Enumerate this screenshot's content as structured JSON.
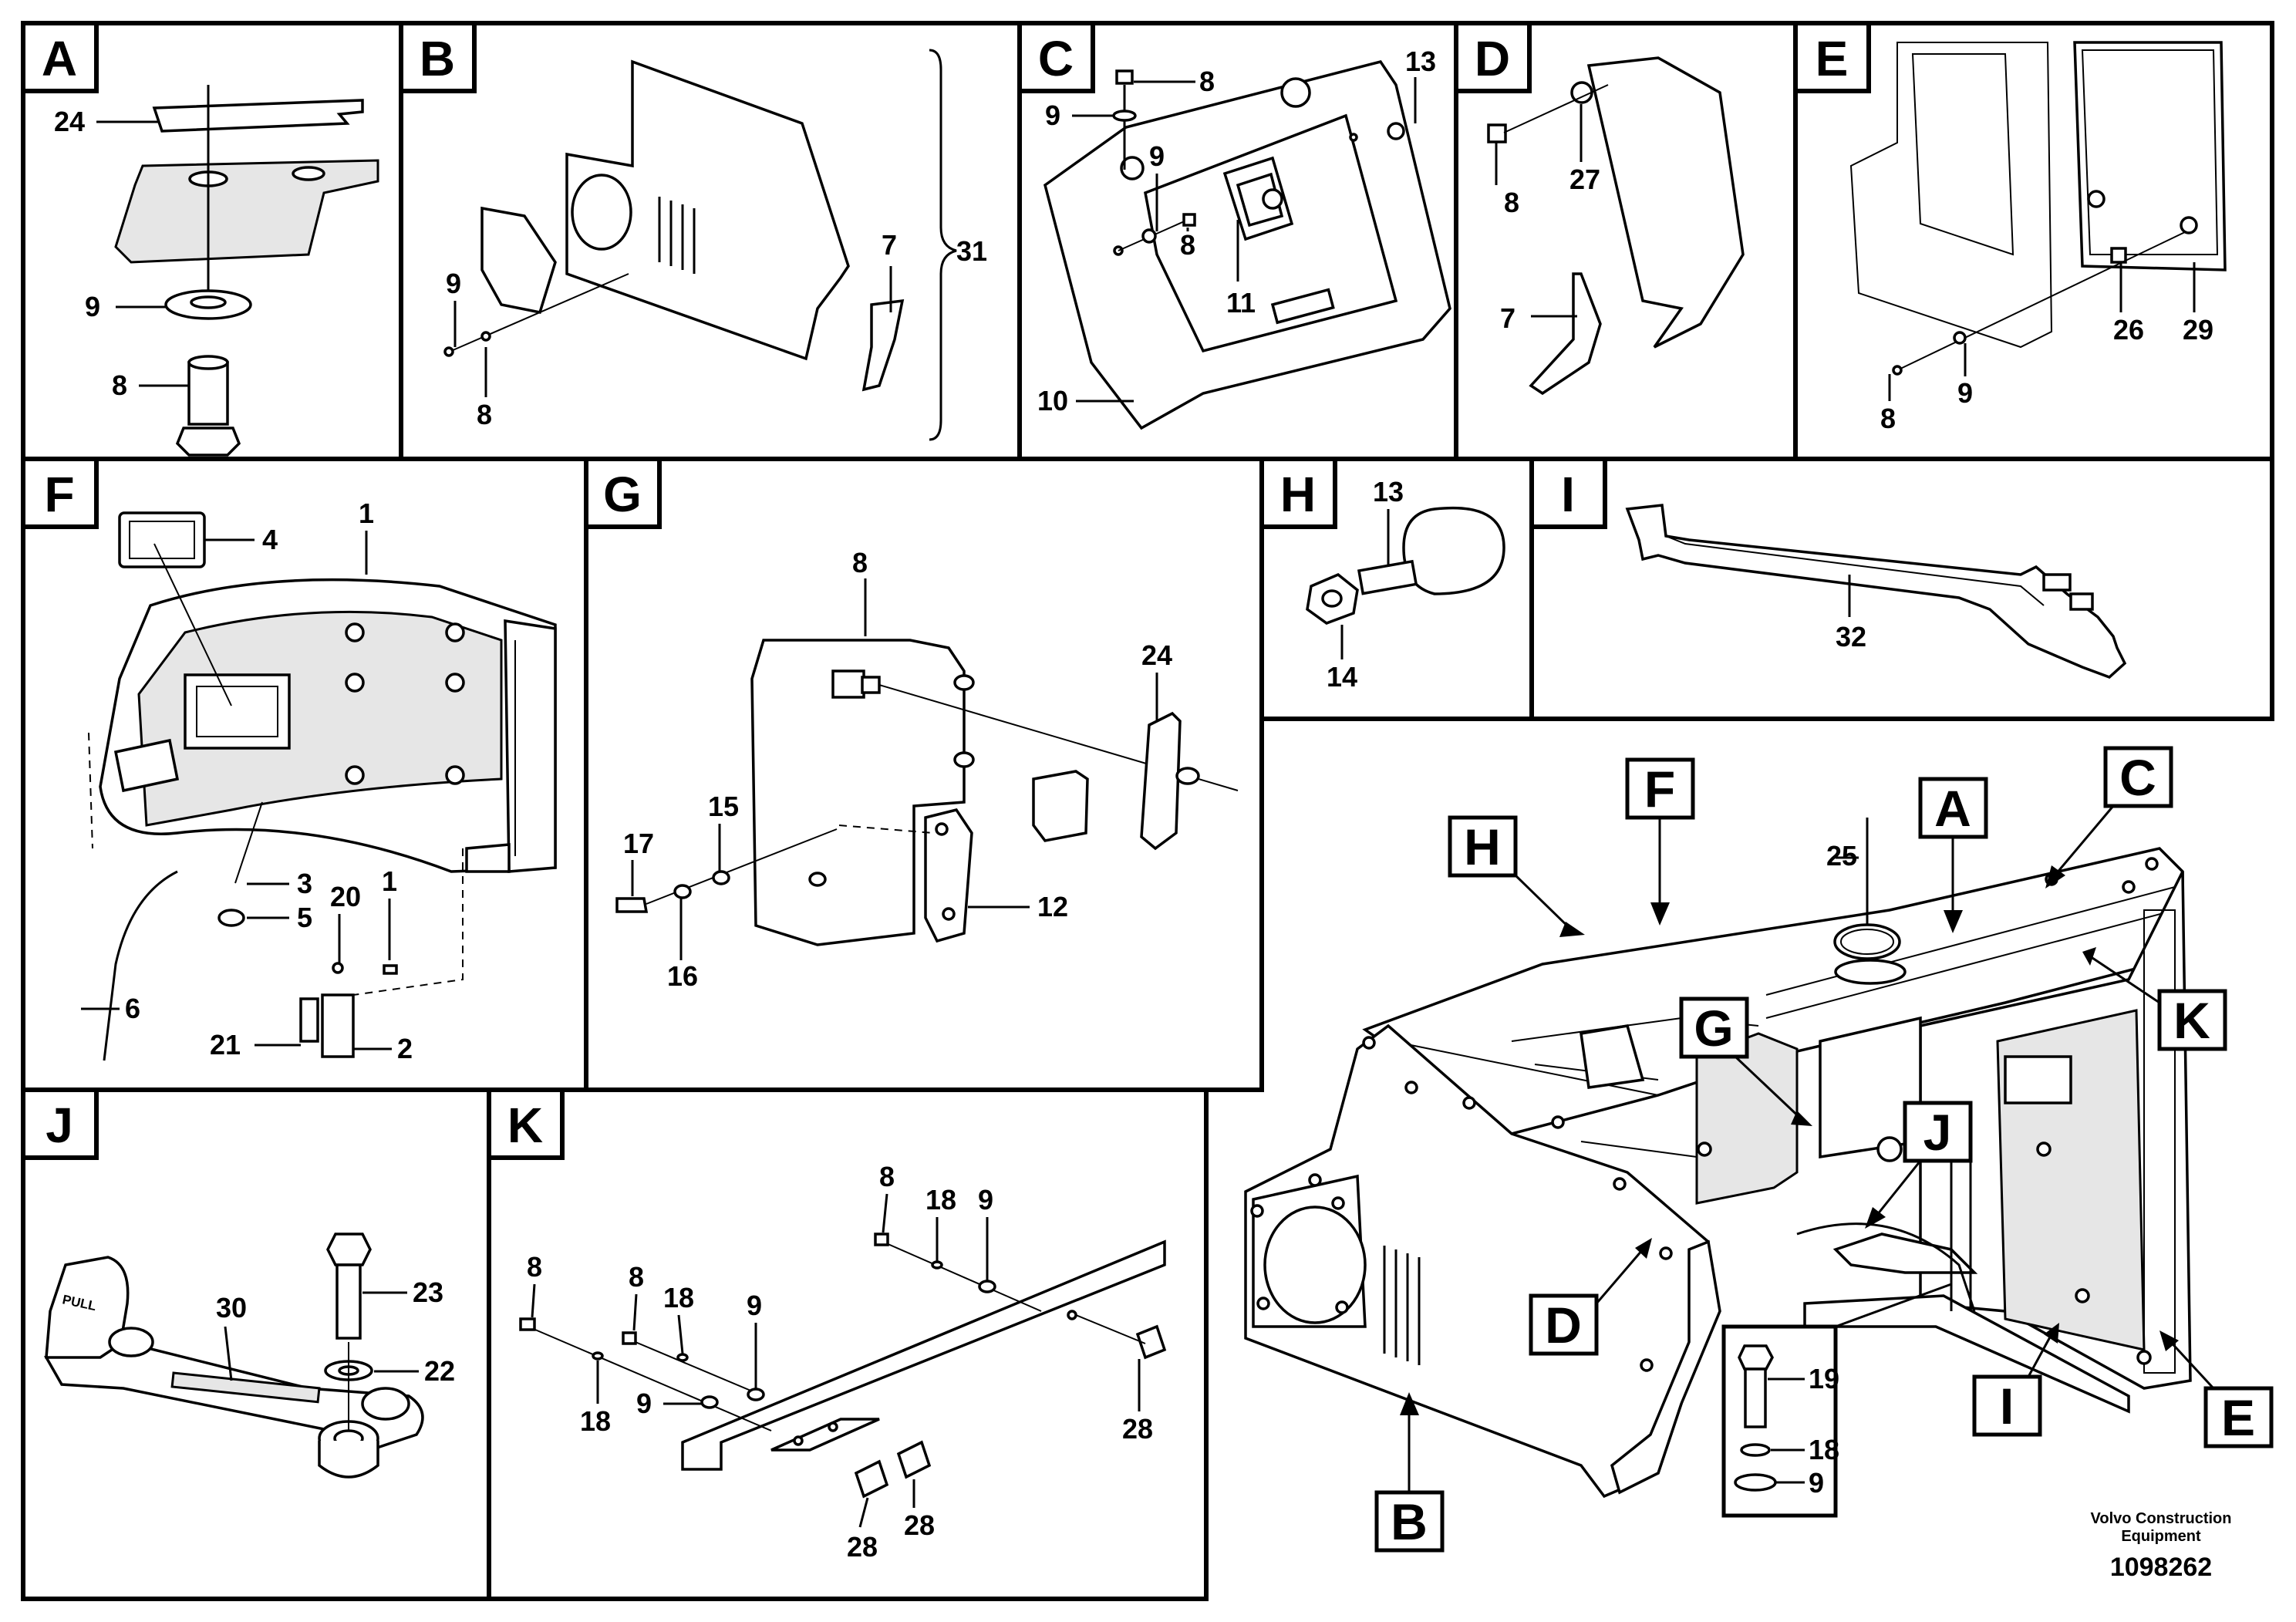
{
  "panels": {
    "A": {
      "letter": "A",
      "callouts": [
        "24",
        "9",
        "8"
      ]
    },
    "B": {
      "letter": "B",
      "callouts": [
        "9",
        "8",
        "7",
        "31"
      ]
    },
    "C": {
      "letter": "C",
      "callouts": [
        "8",
        "13",
        "9",
        "9",
        "8",
        "11",
        "10"
      ]
    },
    "D": {
      "letter": "D",
      "callouts": [
        "8",
        "27",
        "7"
      ]
    },
    "E": {
      "letter": "E",
      "callouts": [
        "26",
        "29",
        "8",
        "9"
      ]
    },
    "F": {
      "letter": "F",
      "callouts": [
        "1",
        "4",
        "3",
        "5",
        "20",
        "1",
        "6",
        "21",
        "2"
      ]
    },
    "G": {
      "letter": "G",
      "callouts": [
        "8",
        "24",
        "15",
        "17",
        "16",
        "12"
      ]
    },
    "H": {
      "letter": "H",
      "callouts": [
        "13",
        "14"
      ]
    },
    "I": {
      "letter": "I",
      "callouts": [
        "32"
      ]
    },
    "J": {
      "letter": "J",
      "callouts": [
        "23",
        "30",
        "22"
      ]
    },
    "K": {
      "letter": "K",
      "callouts": [
        "8",
        "18",
        "9",
        "8",
        "18",
        "8",
        "9",
        "18",
        "9",
        "28",
        "28",
        "28"
      ]
    }
  },
  "overview": {
    "callouts": [
      "F",
      "H",
      "A",
      "C",
      "K",
      "G",
      "J",
      "D",
      "B",
      "I",
      "E"
    ],
    "part_numbers": [
      "25",
      "19",
      "18",
      "9"
    ]
  },
  "pull_label": "PULL",
  "footer": {
    "company_line1": "Volvo Construction",
    "company_line2": "Equipment",
    "drawing_number": "1098262"
  }
}
